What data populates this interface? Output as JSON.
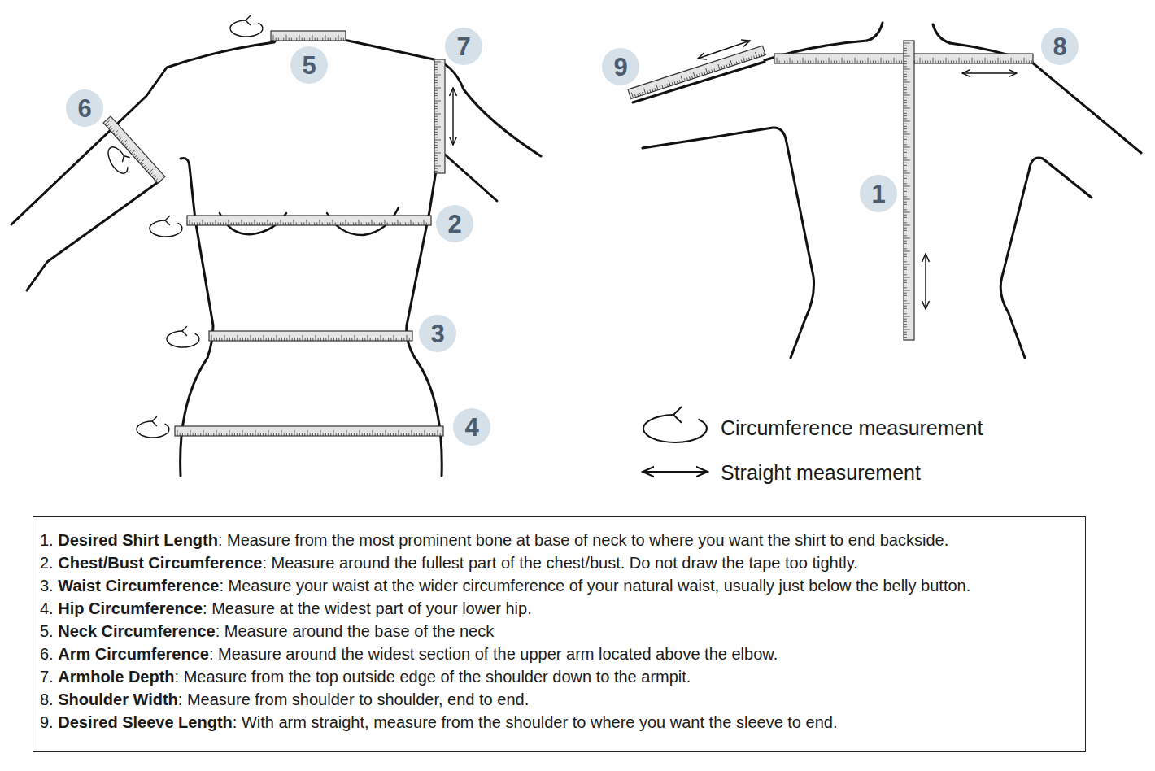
{
  "diagram": {
    "nodes": [
      {
        "text": [
          "5"
        ]
      },
      {
        "text": [
          "7"
        ]
      },
      {
        "text": [
          "9"
        ]
      },
      {
        "text": [
          "8"
        ]
      },
      {
        "text": [
          "6"
        ]
      },
      {
        "text": [
          "1"
        ]
      },
      {
        "text": [
          "2"
        ]
      },
      {
        "text": [
          "3"
        ]
      },
      {
        "text": [
          "4"
        ]
      },
      {
        "text": [
          "1. Desired Shirt Length: Measure from the most prominent bone at base of neck to where you want the shirt to end backside.",
          "2. Chest/Bust Circumference: Measure around the fullest part of the chest/bust. Do not draw the tape too tightly.",
          "3. Waist Circumference: Measure your waist at the wider circumference of your natural waist, usually just below the belly button.",
          "4. Hip Circumference: Measure at the widest part of your lower hip.",
          "5. Neck Circumference: Measure around the base of the neck",
          "6. Arm Circumference: Measure around the widest section of the upper arm located above the elbow.",
          "7. Armhole Depth: Measure from the top outside edge of the shoulder down to the armpit.",
          "8. Shoulder Width: Measure from shoulder to shoulder, end to end.",
          "9. Desired Sleeve Length: With arm straight, measure from the shoulder to where you want the sleeve to end."
        ]
      }
    ],
    "legend": [
      {
        "text": "Circumference measurement"
      },
      {
        "text": "Straight measurement"
      }
    ]
  }
}
